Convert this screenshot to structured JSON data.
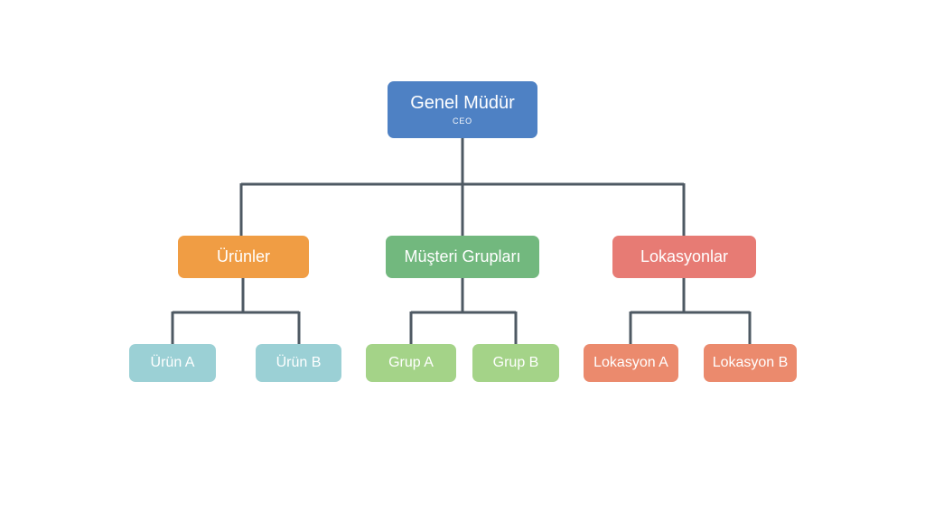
{
  "diagram": {
    "type": "org-chart",
    "background_color": "#ffffff",
    "connector_color": "#4e5963",
    "text_color": "#ffffff",
    "root": {
      "label": "Genel Müdür",
      "sublabel": "CEO",
      "color": "#4e81c4",
      "children": [
        {
          "label": "Ürünler",
          "color": "#f09d44",
          "children": [
            {
              "label": "Ürün A",
              "color": "#9bd0d5"
            },
            {
              "label": "Ürün B",
              "color": "#9bd0d5"
            }
          ]
        },
        {
          "label": "Müşteri Grupları",
          "color": "#72b87e",
          "children": [
            {
              "label": "Grup A",
              "color": "#a4d388"
            },
            {
              "label": "Grup B",
              "color": "#a4d388"
            }
          ]
        },
        {
          "label": "Lokasyonlar",
          "color": "#e77b74",
          "children": [
            {
              "label": "Lokasyon A",
              "color": "#eb8a6d"
            },
            {
              "label": "Lokasyon B",
              "color": "#eb8a6d"
            }
          ]
        }
      ]
    }
  }
}
